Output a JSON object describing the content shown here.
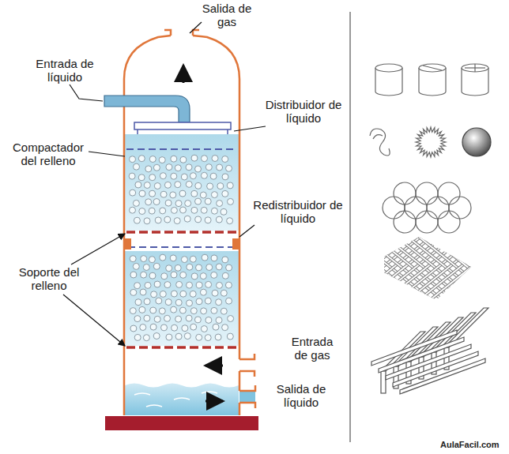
{
  "diagram": {
    "labels": [
      "Salida de gas",
      "Entrada de líquido",
      "Distribuidor de líquido",
      "Compactador del relleno",
      "Redistribuidor de líquido",
      "Soporte del relleno",
      "Entrada de gas",
      "Salida de líquido",
      "AulaFacil.com"
    ]
  }
}
